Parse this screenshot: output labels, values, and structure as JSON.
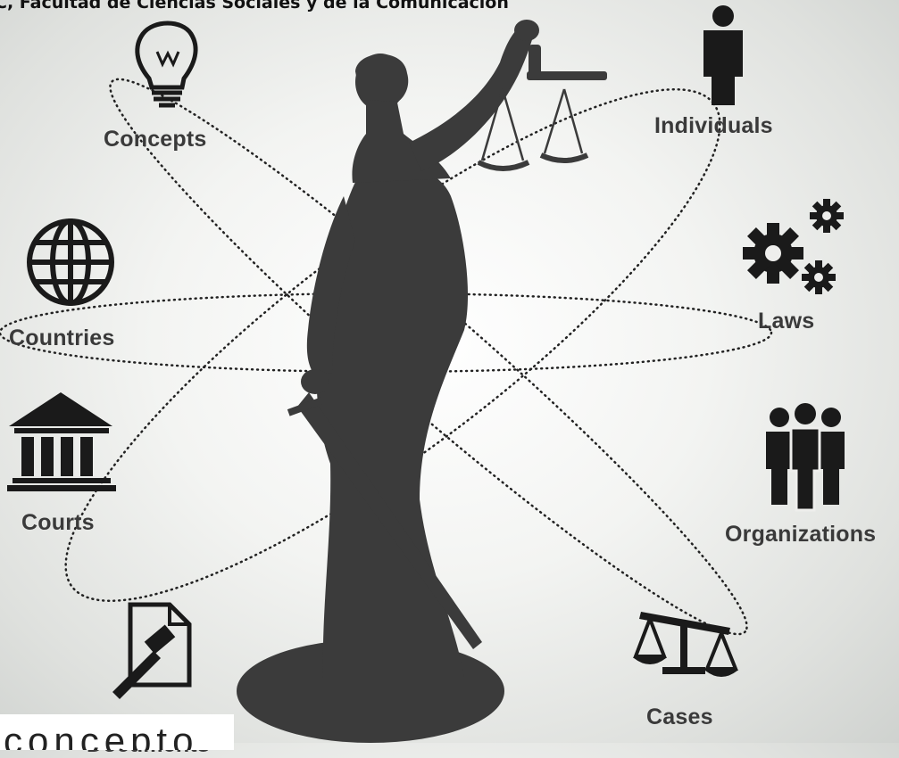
{
  "header": {
    "text": "C, Facultad de Ciencias Sociales y de la Comunicación"
  },
  "labels": {
    "concepts": "Concepts",
    "individuals": "Individuals",
    "countries": "Countries",
    "laws": "Laws",
    "courts": "Courts",
    "organizations": "Organizations",
    "documents": "Documents",
    "cases": "Cases"
  },
  "icons": {
    "concepts": "lightbulb-icon",
    "individuals": "person-icon",
    "countries": "globe-icon",
    "laws": "gears-icon",
    "courts": "courthouse-icon",
    "organizations": "group-icon",
    "documents": "document-gavel-icon",
    "cases": "scales-icon"
  },
  "logo": {
    "text": "concepto"
  },
  "colors": {
    "icon": "#1a1a1a",
    "statue": "#3b3b3b",
    "text": "#3a3a3a"
  }
}
